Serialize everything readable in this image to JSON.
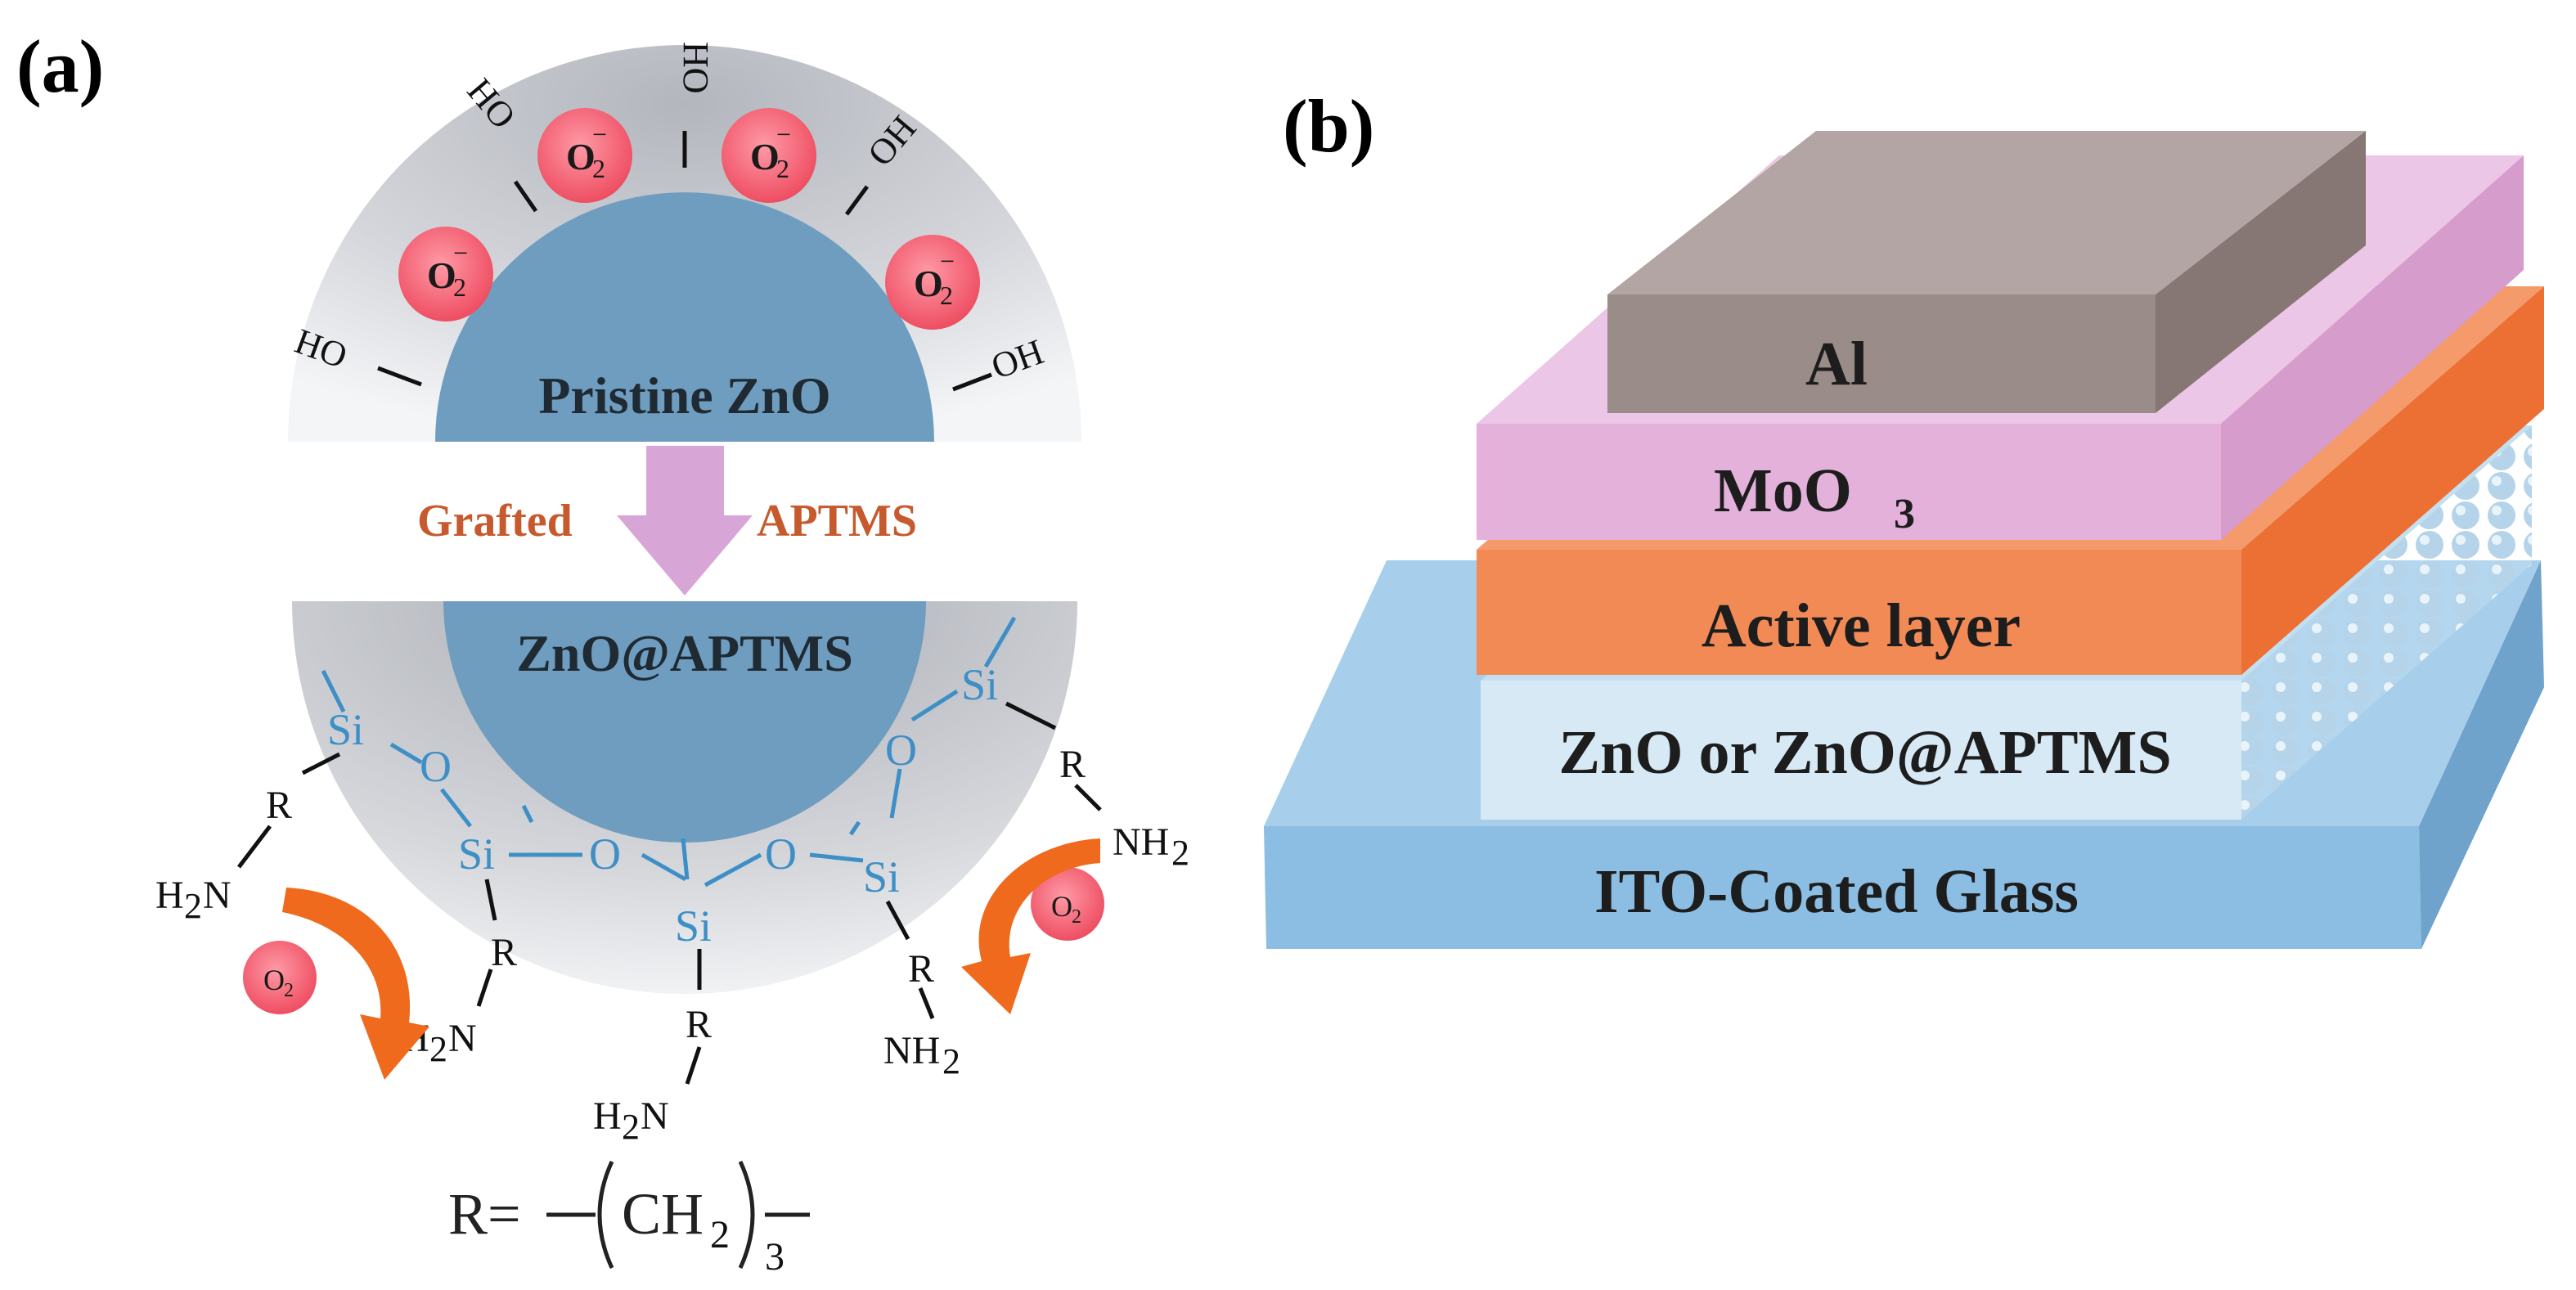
{
  "panel_a": {
    "label": "(a)",
    "pristine_label": "Pristine ZnO",
    "arrow_left_label": "Grafted",
    "arrow_right_label": "APTMS",
    "coated_label": "ZnO@APTMS",
    "hydroxyl_left": "HO",
    "hydroxyl_right": "OH",
    "superoxide": "O",
    "superoxide_sub": "2",
    "superoxide_sup": "−",
    "oxygen_mol": "O",
    "oxygen_mol_sub": "2",
    "si": "Si",
    "o": "O",
    "r": "R",
    "nh": "NH",
    "h": "H",
    "n": "N",
    "sub2": "2",
    "formula_r": "R=",
    "formula_ch": "CH",
    "formula_sub2": "2",
    "formula_sub3": "3"
  },
  "panel_b": {
    "label": "(b)",
    "layers": {
      "top": "Al",
      "moo3_base": "MoO",
      "moo3_sub": "3",
      "active": "Active layer",
      "etl": "ZnO or ZnO@APTMS",
      "substrate": "ITO-Coated Glass"
    }
  },
  "colors": {
    "zno_core": "#6e9dc0",
    "shell": "#c6c8ce",
    "superoxide_fill": "#f06070",
    "arrow_pink": "#d8a6d6",
    "orange_arrow": "#ef6a1d",
    "si_blue": "#3d8fc6",
    "al_layer": "#9a8c89",
    "moo3_layer": "#e1aed8",
    "active_layer": "#f28a56",
    "zno_layer": "#cfe4f1",
    "ito_layer": "#8cbde2"
  }
}
